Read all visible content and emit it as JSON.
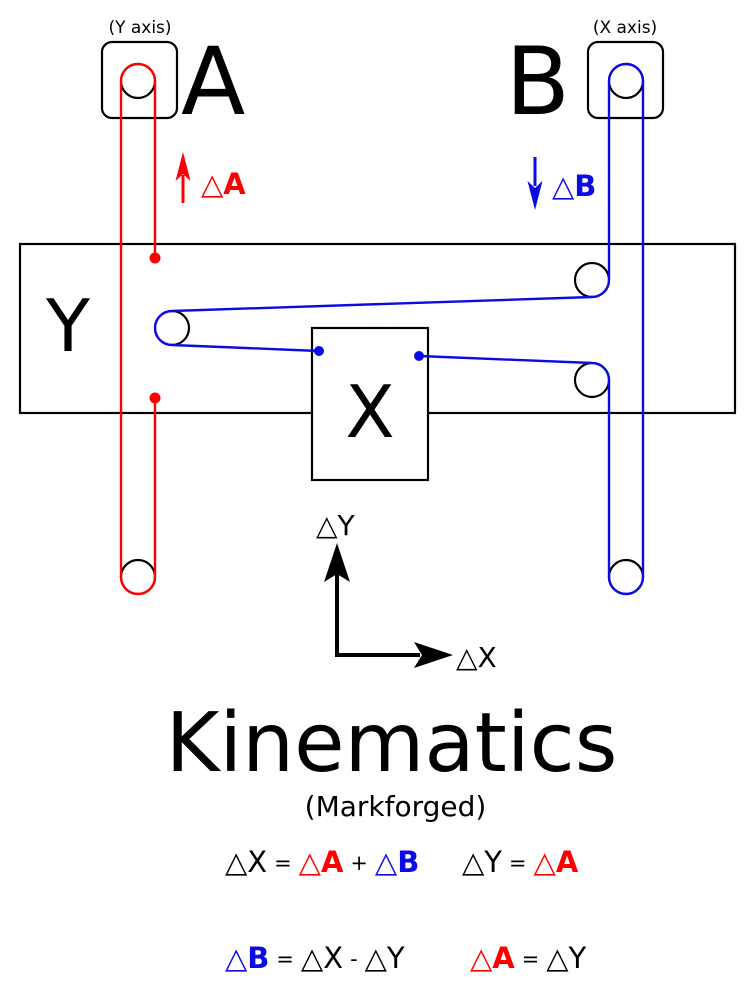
{
  "title": "Kinematics",
  "subtitle": "(Markforged)",
  "colors": {
    "belt_a_red": "#ff0000",
    "belt_b_blue": "#0b0be6",
    "ink": "#000000"
  },
  "motors": {
    "a": {
      "letter": "A",
      "axis_note": "(Y axis)",
      "delta_label": "△A"
    },
    "b": {
      "letter": "B",
      "axis_note": "(X axis)",
      "delta_label": "△B"
    }
  },
  "carriages": {
    "y_gantry_label": "Y",
    "x_carriage_label": "X"
  },
  "coordinate_axes": {
    "y_label": "△Y",
    "x_label": "△X"
  },
  "equations": {
    "x": {
      "lhs": "△X",
      "eq": "=",
      "t1": "△A",
      "op": "+",
      "t2": "△B"
    },
    "y": {
      "lhs": "△Y",
      "eq": "=",
      "t1": "△A"
    },
    "b": {
      "lhs": "△B",
      "eq": "=",
      "t1": "△X",
      "op": "-",
      "t2": "△Y"
    },
    "a": {
      "lhs": "△A",
      "eq": "=",
      "t1": "△Y"
    }
  }
}
